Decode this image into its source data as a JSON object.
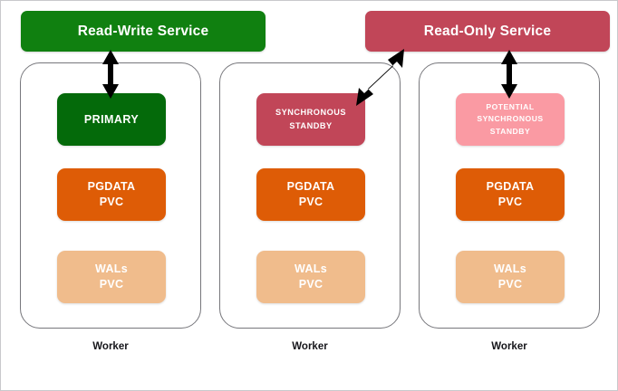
{
  "diagram": {
    "services": [
      {
        "id": "read-write-service",
        "label": "Read-Write Service",
        "color": "#108010"
      },
      {
        "id": "read-only-service",
        "label": "Read-Only Service",
        "color": "#C14658"
      }
    ],
    "workers": [
      {
        "label": "Worker",
        "node": {
          "role": "primary",
          "lines": [
            "PRIMARY"
          ],
          "color": "#046A0A"
        },
        "storage": [
          {
            "id": "pgdata-pvc",
            "lines": [
              "PGDATA",
              "PVC"
            ],
            "color": "#DE5C06"
          },
          {
            "id": "wals-pvc",
            "lines": [
              "WALs",
              "PVC"
            ],
            "color": "#F0BC8C"
          }
        ]
      },
      {
        "label": "Worker",
        "node": {
          "role": "synchronous-standby",
          "lines": [
            "SYNCHRONOUS",
            "STANDBY"
          ],
          "color": "#C14658"
        },
        "storage": [
          {
            "id": "pgdata-pvc",
            "lines": [
              "PGDATA",
              "PVC"
            ],
            "color": "#DE5C06"
          },
          {
            "id": "wals-pvc",
            "lines": [
              "WALs",
              "PVC"
            ],
            "color": "#F0BC8C"
          }
        ]
      },
      {
        "label": "Worker",
        "node": {
          "role": "potential-synchronous-standby",
          "lines": [
            "POTENTIAL",
            "SYNCHRONOUS",
            "STANDBY"
          ],
          "color": "#FA9AA3"
        },
        "storage": [
          {
            "id": "pgdata-pvc",
            "lines": [
              "PGDATA",
              "PVC"
            ],
            "color": "#DE5C06"
          },
          {
            "id": "wals-pvc",
            "lines": [
              "WALs",
              "PVC"
            ],
            "color": "#F0BC8C"
          }
        ]
      }
    ],
    "connections": [
      {
        "id": "rw-to-primary",
        "from": "read-write-service",
        "to": "primary",
        "style": "double-arrow-vertical"
      },
      {
        "id": "ro-to-sync",
        "from": "read-only-service",
        "to": "synchronous-standby",
        "style": "double-arrow-diagonal"
      },
      {
        "id": "ro-to-potential",
        "from": "read-only-service",
        "to": "potential-synchronous-standby",
        "style": "double-arrow-vertical"
      }
    ]
  }
}
